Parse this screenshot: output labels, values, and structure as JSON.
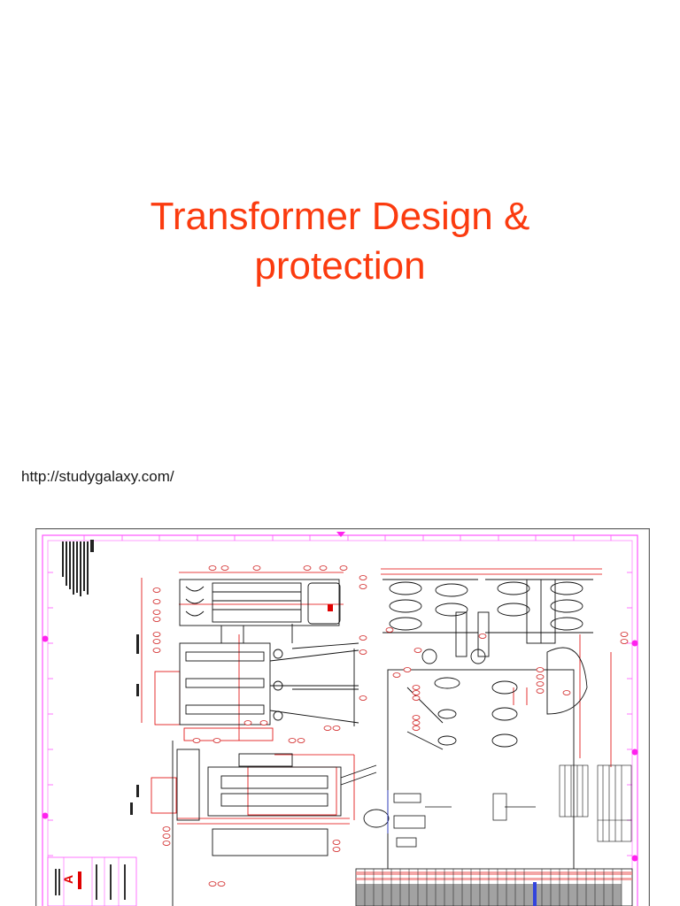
{
  "slide": {
    "title_line1": "Transformer Design &",
    "title_line2": "protection",
    "title_color": "#fb3b0f",
    "source_url": "http://studygalaxy.com/"
  },
  "drawing": {
    "description": "Transformer general arrangement engineering drawing (CAD)",
    "border_color": "#ff44ff",
    "frame_color": "#555555",
    "dimension_color": "#e00000",
    "line_color": "#111111",
    "views": [
      "elevation-top-left",
      "elevation-bottom-left",
      "plan-view-right",
      "bill-of-materials-table",
      "title-block"
    ]
  }
}
